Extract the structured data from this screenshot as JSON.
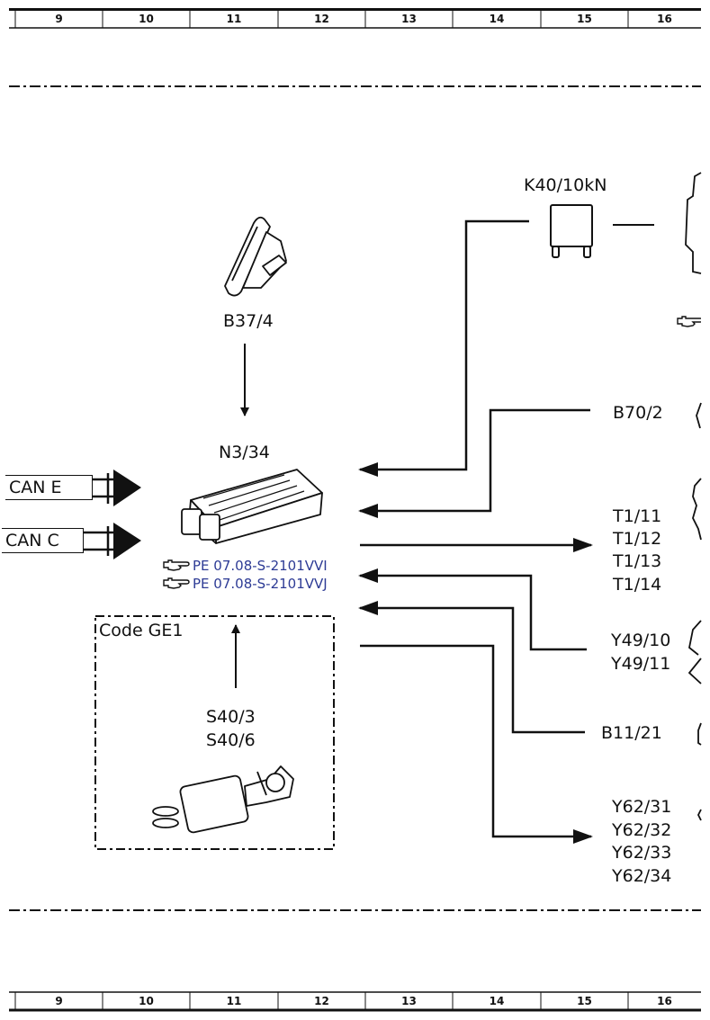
{
  "ruler": {
    "columns": [
      "9",
      "10",
      "11",
      "12",
      "13",
      "14",
      "15",
      "16"
    ]
  },
  "components": {
    "k40": "K40/10kN",
    "b37": "B37/4",
    "n3": "N3/34",
    "b70": "B70/2",
    "t1": [
      "T1/11",
      "T1/12",
      "T1/13",
      "T1/14"
    ],
    "y49": [
      "Y49/10",
      "Y49/11"
    ],
    "b11": "B11/21",
    "y62": [
      "Y62/31",
      "Y62/32",
      "Y62/33",
      "Y62/34"
    ],
    "s40": [
      "S40/3",
      "S40/6"
    ]
  },
  "bus": {
    "can_e": "CAN E",
    "can_c": "CAN C"
  },
  "code_box": {
    "label": "Code GE1"
  },
  "references": {
    "ref1": "PE 07.08-S-2101VVI",
    "ref2": "PE 07.08-S-2101VVJ"
  },
  "icons": {
    "ref_icon": "pointing-hand-icon",
    "ref_color": "#2d3b95"
  }
}
